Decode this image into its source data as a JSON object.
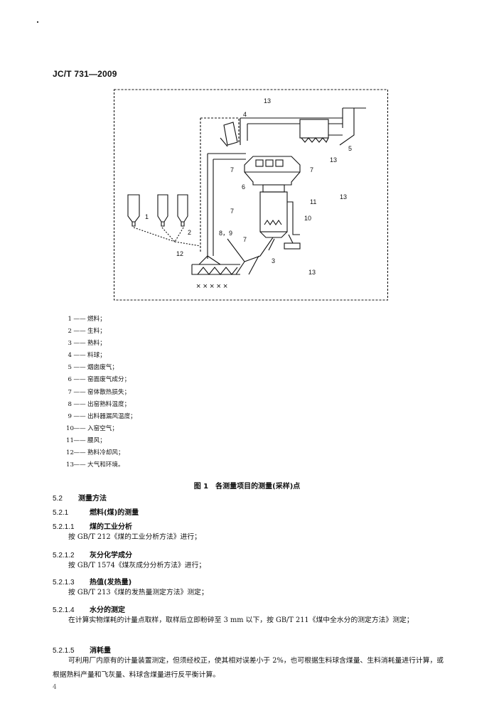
{
  "header": {
    "standard_no": "JC/T 731—2009"
  },
  "figure": {
    "labels": {
      "l13a": "13",
      "l4": "4",
      "l5": "5",
      "l13b": "13",
      "l7a": "7",
      "l7b": "7",
      "l6": "6",
      "l13c": "13",
      "l11": "11",
      "l7c": "7",
      "l10": "10",
      "l1": "1",
      "l2": "2",
      "l89": "8，9",
      "l7d": "7",
      "l12": "12",
      "l3": "3",
      "l13d": "13"
    },
    "bottom_marks": "× × × × ×"
  },
  "legend": [
    {
      "num": "1",
      "dash": "——",
      "text": "燃料；"
    },
    {
      "num": "2",
      "dash": "——",
      "text": "生料；"
    },
    {
      "num": "3",
      "dash": "——",
      "text": "熟料；"
    },
    {
      "num": "4",
      "dash": "——",
      "text": "料球；"
    },
    {
      "num": "5",
      "dash": "——",
      "text": "烟囱废气；"
    },
    {
      "num": "6",
      "dash": "——",
      "text": "窑面废气成分；"
    },
    {
      "num": "7",
      "dash": "——",
      "text": "窑体散热损失；"
    },
    {
      "num": "8",
      "dash": "——",
      "text": "出窑熟料温度；"
    },
    {
      "num": "9",
      "dash": "——",
      "text": "出料器漏风温度；"
    },
    {
      "num": "10",
      "dash": "——",
      "text": "入窑空气；"
    },
    {
      "num": "11",
      "dash": "——",
      "text": "腰风；"
    },
    {
      "num": "12",
      "dash": "——",
      "text": "熟料冷却风；"
    },
    {
      "num": "13",
      "dash": "——",
      "text": "大气和环境。"
    }
  ],
  "figure_caption": {
    "num": "图 1",
    "text": "各测量项目的测量(采样)点"
  },
  "sections": {
    "s52": {
      "no": "5.2",
      "title": "测量方法"
    },
    "s521": {
      "no": "5.2.1",
      "title": "燃料(煤)的测量"
    },
    "s5211": {
      "no": "5.2.1.1",
      "title": "煤的工业分析"
    },
    "p5211": "按 GB/T 212《煤的工业分析方法》进行；",
    "s5212": {
      "no": "5.2.1.2",
      "title": "灰分化学成分"
    },
    "p5212": "按 GB/T 1574《煤灰成分分析方法》进行；",
    "s5213": {
      "no": "5.2.1.3",
      "title": "热值(发热量)"
    },
    "p5213": "按 GB/T 213《煤的发热量测定方法》测定；",
    "s5214": {
      "no": "5.2.1.4",
      "title": "水分的测定"
    },
    "p5214": "在计算实物煤耗的计量点取样，取样后立即粉碎至 3 mm 以下，按 GB/T 211《煤中全水分的测定方法》测定；",
    "s5215": {
      "no": "5.2.1.5",
      "title": "消耗量"
    },
    "p5215": "可利用厂内原有的计量装置测定，但须经校正，使其相对误差小于 2%，也可根据生料球含煤量、生料消耗量进行计算，或根据熟料产量和飞灰量、料球含煤量进行反平衡计算。"
  },
  "page_number": "4"
}
